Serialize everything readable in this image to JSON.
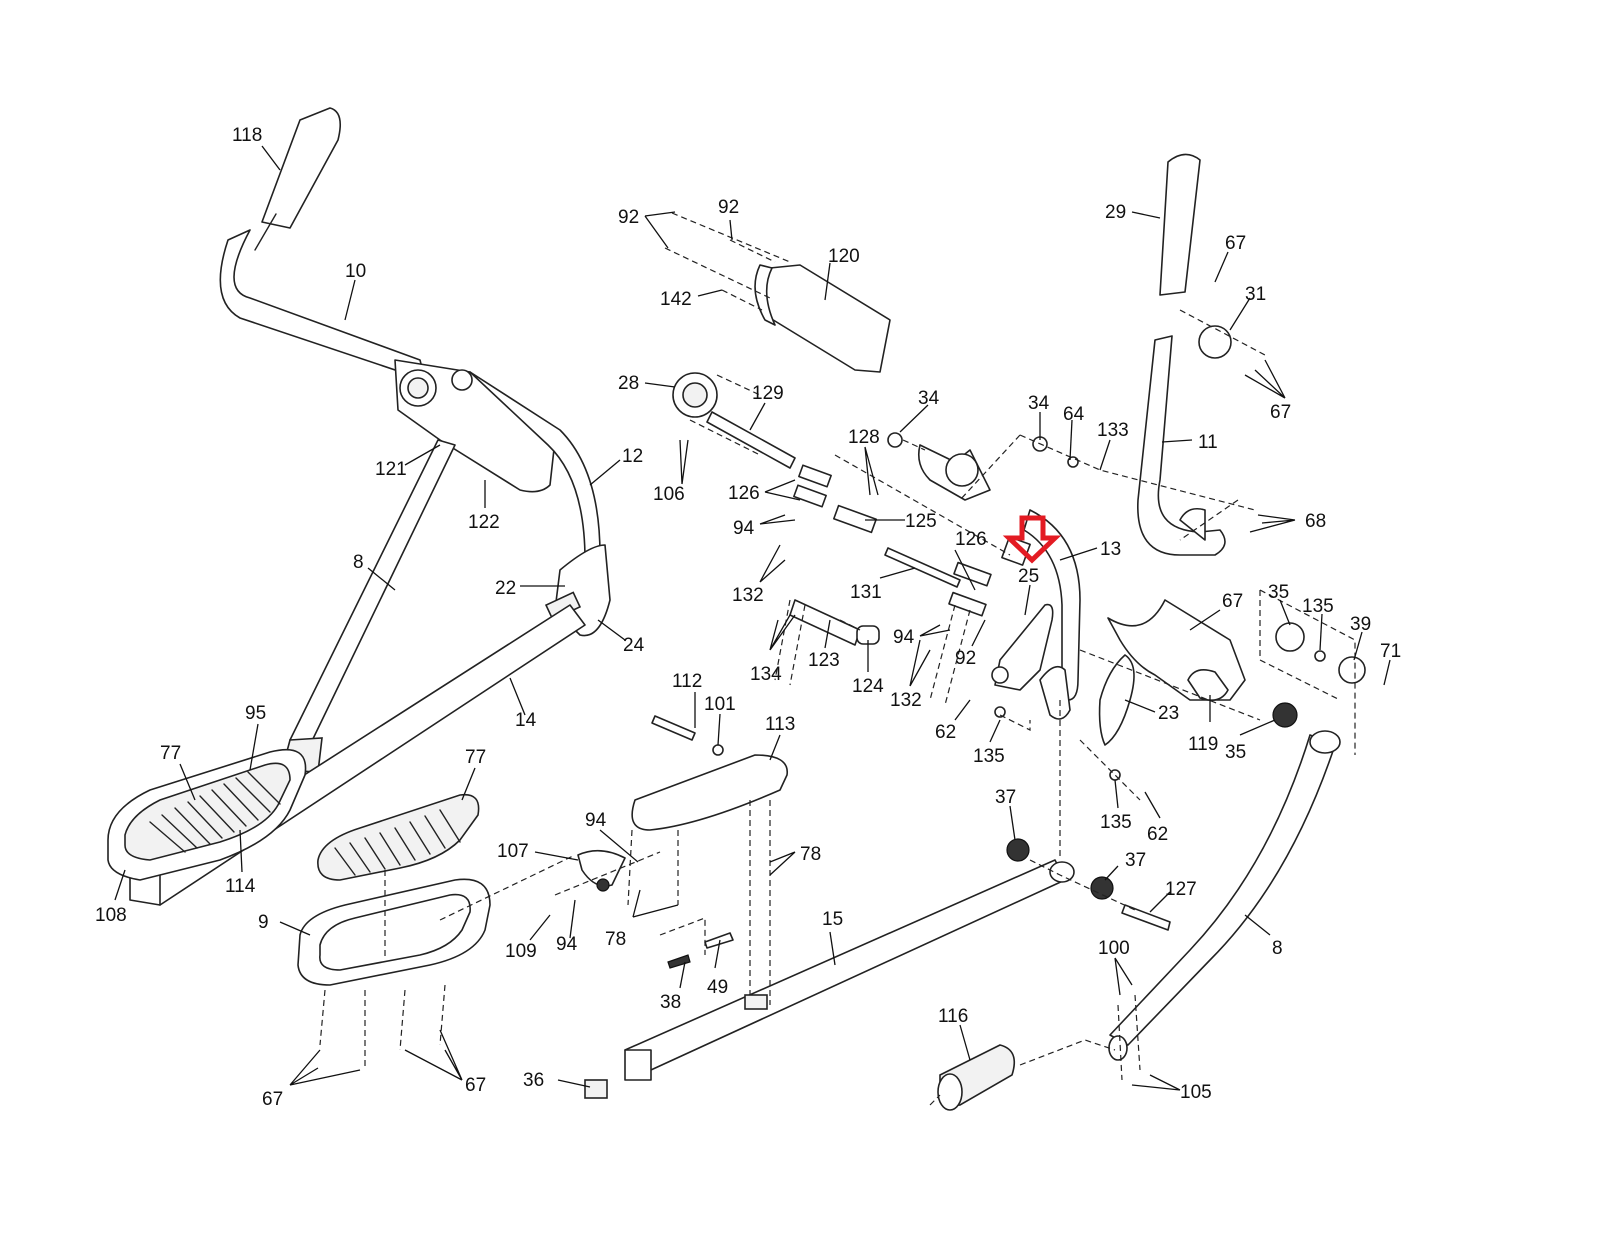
{
  "diagram": {
    "type": "exploded-parts-diagram",
    "subject": "elliptical trainer arm and pedal assembly",
    "highlight": {
      "part": "25",
      "shape": "arrow-down",
      "color": "#e31b23"
    },
    "callouts": [
      {
        "id": "c118",
        "label": "118",
        "part": "handgrip"
      },
      {
        "id": "c10",
        "label": "10",
        "part": "upper arm"
      },
      {
        "id": "c121",
        "label": "121"
      },
      {
        "id": "c122",
        "label": "122",
        "part": "arm cover"
      },
      {
        "id": "c12",
        "label": "12"
      },
      {
        "id": "c8a",
        "label": "8",
        "part": "lower arm"
      },
      {
        "id": "c22",
        "label": "22"
      },
      {
        "id": "c24",
        "label": "24"
      },
      {
        "id": "c14",
        "label": "14",
        "part": "pedal arm"
      },
      {
        "id": "c95",
        "label": "95"
      },
      {
        "id": "c77a",
        "label": "77",
        "part": "pedal pad"
      },
      {
        "id": "c114",
        "label": "114"
      },
      {
        "id": "c108",
        "label": "108"
      },
      {
        "id": "c77b",
        "label": "77",
        "part": "pedal pad"
      },
      {
        "id": "c9",
        "label": "9",
        "part": "pedal"
      },
      {
        "id": "c67a",
        "label": "67"
      },
      {
        "id": "c67b",
        "label": "67"
      },
      {
        "id": "c92a",
        "label": "92"
      },
      {
        "id": "c92b",
        "label": "92"
      },
      {
        "id": "c142",
        "label": "142"
      },
      {
        "id": "c120",
        "label": "120",
        "part": "pivot cover"
      },
      {
        "id": "c28",
        "label": "28"
      },
      {
        "id": "c129",
        "label": "129"
      },
      {
        "id": "c106",
        "label": "106"
      },
      {
        "id": "c34a",
        "label": "34"
      },
      {
        "id": "c128",
        "label": "128"
      },
      {
        "id": "c126a",
        "label": "126"
      },
      {
        "id": "c125",
        "label": "125"
      },
      {
        "id": "c94a",
        "label": "94"
      },
      {
        "id": "c132a",
        "label": "132"
      },
      {
        "id": "c126b",
        "label": "126"
      },
      {
        "id": "c131",
        "label": "131"
      },
      {
        "id": "c134",
        "label": "134"
      },
      {
        "id": "c123",
        "label": "123"
      },
      {
        "id": "c124",
        "label": "124"
      },
      {
        "id": "c94b",
        "label": "94"
      },
      {
        "id": "c92c",
        "label": "92"
      },
      {
        "id": "c132b",
        "label": "132"
      },
      {
        "id": "c62a",
        "label": "62"
      },
      {
        "id": "c135a",
        "label": "135"
      },
      {
        "id": "c25",
        "label": "25",
        "part": "highlighted bracket"
      },
      {
        "id": "c13",
        "label": "13"
      },
      {
        "id": "c34b",
        "label": "34"
      },
      {
        "id": "c64",
        "label": "64"
      },
      {
        "id": "c133",
        "label": "133"
      },
      {
        "id": "c29",
        "label": "29",
        "part": "handgrip"
      },
      {
        "id": "c67c",
        "label": "67"
      },
      {
        "id": "c31",
        "label": "31"
      },
      {
        "id": "c67d",
        "label": "67"
      },
      {
        "id": "c11",
        "label": "11",
        "part": "upper arm"
      },
      {
        "id": "c68",
        "label": "68"
      },
      {
        "id": "c67e",
        "label": "67"
      },
      {
        "id": "c35a",
        "label": "35"
      },
      {
        "id": "c135b",
        "label": "135"
      },
      {
        "id": "c39",
        "label": "39"
      },
      {
        "id": "c71",
        "label": "71"
      },
      {
        "id": "c23",
        "label": "23"
      },
      {
        "id": "c119",
        "label": "119",
        "part": "arm cover"
      },
      {
        "id": "c35b",
        "label": "35"
      },
      {
        "id": "c135c",
        "label": "135"
      },
      {
        "id": "c62b",
        "label": "62"
      },
      {
        "id": "c112",
        "label": "112"
      },
      {
        "id": "c101",
        "label": "101"
      },
      {
        "id": "c113",
        "label": "113",
        "part": "pedal"
      },
      {
        "id": "c94c",
        "label": "94"
      },
      {
        "id": "c107",
        "label": "107"
      },
      {
        "id": "c78a",
        "label": "78"
      },
      {
        "id": "c78b",
        "label": "78"
      },
      {
        "id": "c109",
        "label": "109"
      },
      {
        "id": "c94d",
        "label": "94"
      },
      {
        "id": "c38",
        "label": "38"
      },
      {
        "id": "c49",
        "label": "49"
      },
      {
        "id": "c15",
        "label": "15",
        "part": "pedal arm"
      },
      {
        "id": "c36",
        "label": "36"
      },
      {
        "id": "c37a",
        "label": "37"
      },
      {
        "id": "c37b",
        "label": "37"
      },
      {
        "id": "c127",
        "label": "127"
      },
      {
        "id": "c100",
        "label": "100"
      },
      {
        "id": "c8b",
        "label": "8",
        "part": "lower arm"
      },
      {
        "id": "c116",
        "label": "116"
      },
      {
        "id": "c105",
        "label": "105"
      }
    ]
  }
}
